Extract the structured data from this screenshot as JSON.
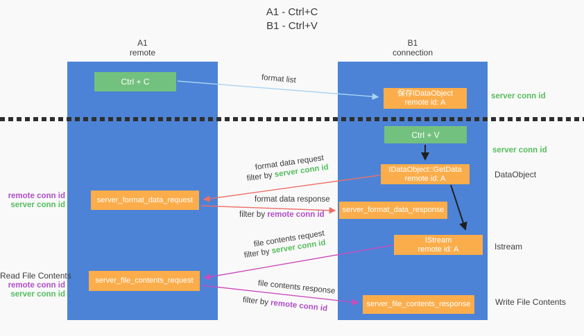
{
  "title": {
    "line1": "A1 - Ctrl+C",
    "line2": "B1 - Ctrl+V"
  },
  "lanes": {
    "left": {
      "name": "A1",
      "role": "remote"
    },
    "right": {
      "name": "B1",
      "role": "connection"
    }
  },
  "nodes": {
    "ctrl_c": "Ctrl + C",
    "ctrl_v": "Ctrl + V",
    "save_dataobject": {
      "line1": "保存IDataObject",
      "line2": "remote id: A"
    },
    "getdata": {
      "line1": "IDataObject::GetData",
      "line2": "remote id: A"
    },
    "istream": {
      "line1": "IStream",
      "line2": "remote id: A"
    },
    "format_request": "server_format_data_request",
    "format_response": "server_format_data_response",
    "file_request": "server_file_contents_request",
    "file_response": "server_file_contents_response"
  },
  "arrow_labels": {
    "format_list": "format list",
    "format_data_request": "format data request",
    "format_data_response": "format data response",
    "file_contents_request": "file contents request",
    "file_contents_response": "file contents response",
    "filter_by": "filter by ",
    "server_conn_id": "server conn id",
    "remote_conn_id": "remote conn id"
  },
  "side_labels": {
    "server_conn_id_top": "server conn id",
    "server_conn_id_mid": "server conn id",
    "dataobject": "DataObject",
    "istream": "Istream",
    "write_file_contents": "Write File Contents",
    "read_file_contents": "Read File Contents",
    "remote_conn_id_1": "remote conn id",
    "server_conn_id_1": "server conn id",
    "remote_conn_id_2": "remote conn id",
    "server_conn_id_2": "server conn id"
  },
  "colors": {
    "bg": "#f9f9f9",
    "lane_blue": "#4c83d6",
    "node_green": "#73c17e",
    "node_orange": "#fbad4b",
    "text_green": "#55bd5d",
    "text_purple": "#b04ec7",
    "arrow_red": "#ee6f68",
    "arrow_magenta": "#ca4dbe",
    "arrow_blue": "#a7d3f2",
    "arrow_black": "#1f1f1f"
  }
}
